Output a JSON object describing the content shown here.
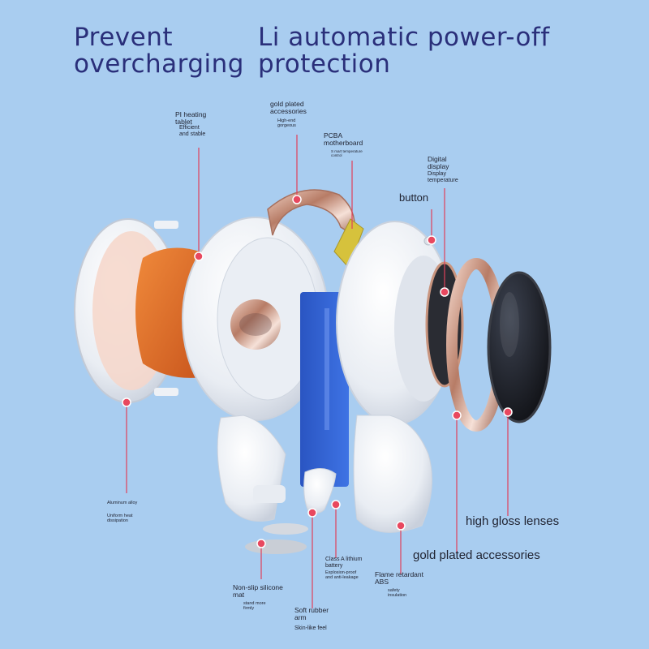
{
  "headlines": {
    "left": [
      "Prevent",
      "overcharging"
    ],
    "right": [
      "Li automatic power-off",
      "protection"
    ]
  },
  "callouts": {
    "pi_heating": [
      "PI heating",
      "tablet"
    ],
    "pi_heating_sub": [
      "Efficient",
      "and stable"
    ],
    "gold_top": [
      "gold plated",
      "accessories"
    ],
    "gold_top_sub": [
      "High-end",
      "gorgeous"
    ],
    "pcba": [
      "PCBA",
      "motherboard"
    ],
    "pcba_sub": [
      "S mart temperature",
      "control"
    ],
    "digital": [
      "Digital",
      "display"
    ],
    "digital_sub": [
      "Display",
      "temperature"
    ],
    "button": "button",
    "aluminum": "Aluminum alloy",
    "aluminum_sub": [
      "Uniform heat",
      "dissipation"
    ],
    "mat": [
      "Non-slip silicone",
      "mat"
    ],
    "mat_sub": [
      "stand more",
      "firmly"
    ],
    "rubber_arm": [
      "Soft rubber",
      "arm"
    ],
    "rubber_arm_sub": "Skin-like feel",
    "battery": [
      "Class A lithium",
      "battery"
    ],
    "battery_sub": [
      "Explosion-proof",
      "and anti-leakage"
    ],
    "flame": [
      "Flame retardant",
      "ABS"
    ],
    "flame_sub": [
      "safety",
      "insulation"
    ],
    "lenses": "high gloss lenses",
    "gold_bottom": "gold plated accessories"
  },
  "colors": {
    "background": "#a9cdf0",
    "headline": "#2a2f7a",
    "leader_line": "#e0405a",
    "leader_dot": "#e8485f",
    "body_white": "#f4f6f9",
    "heating_orange": "#e0752e",
    "battery_blue": "#2f5fd0",
    "gold_ring": "#c9957f",
    "lens_dark": "#1b1d22"
  }
}
